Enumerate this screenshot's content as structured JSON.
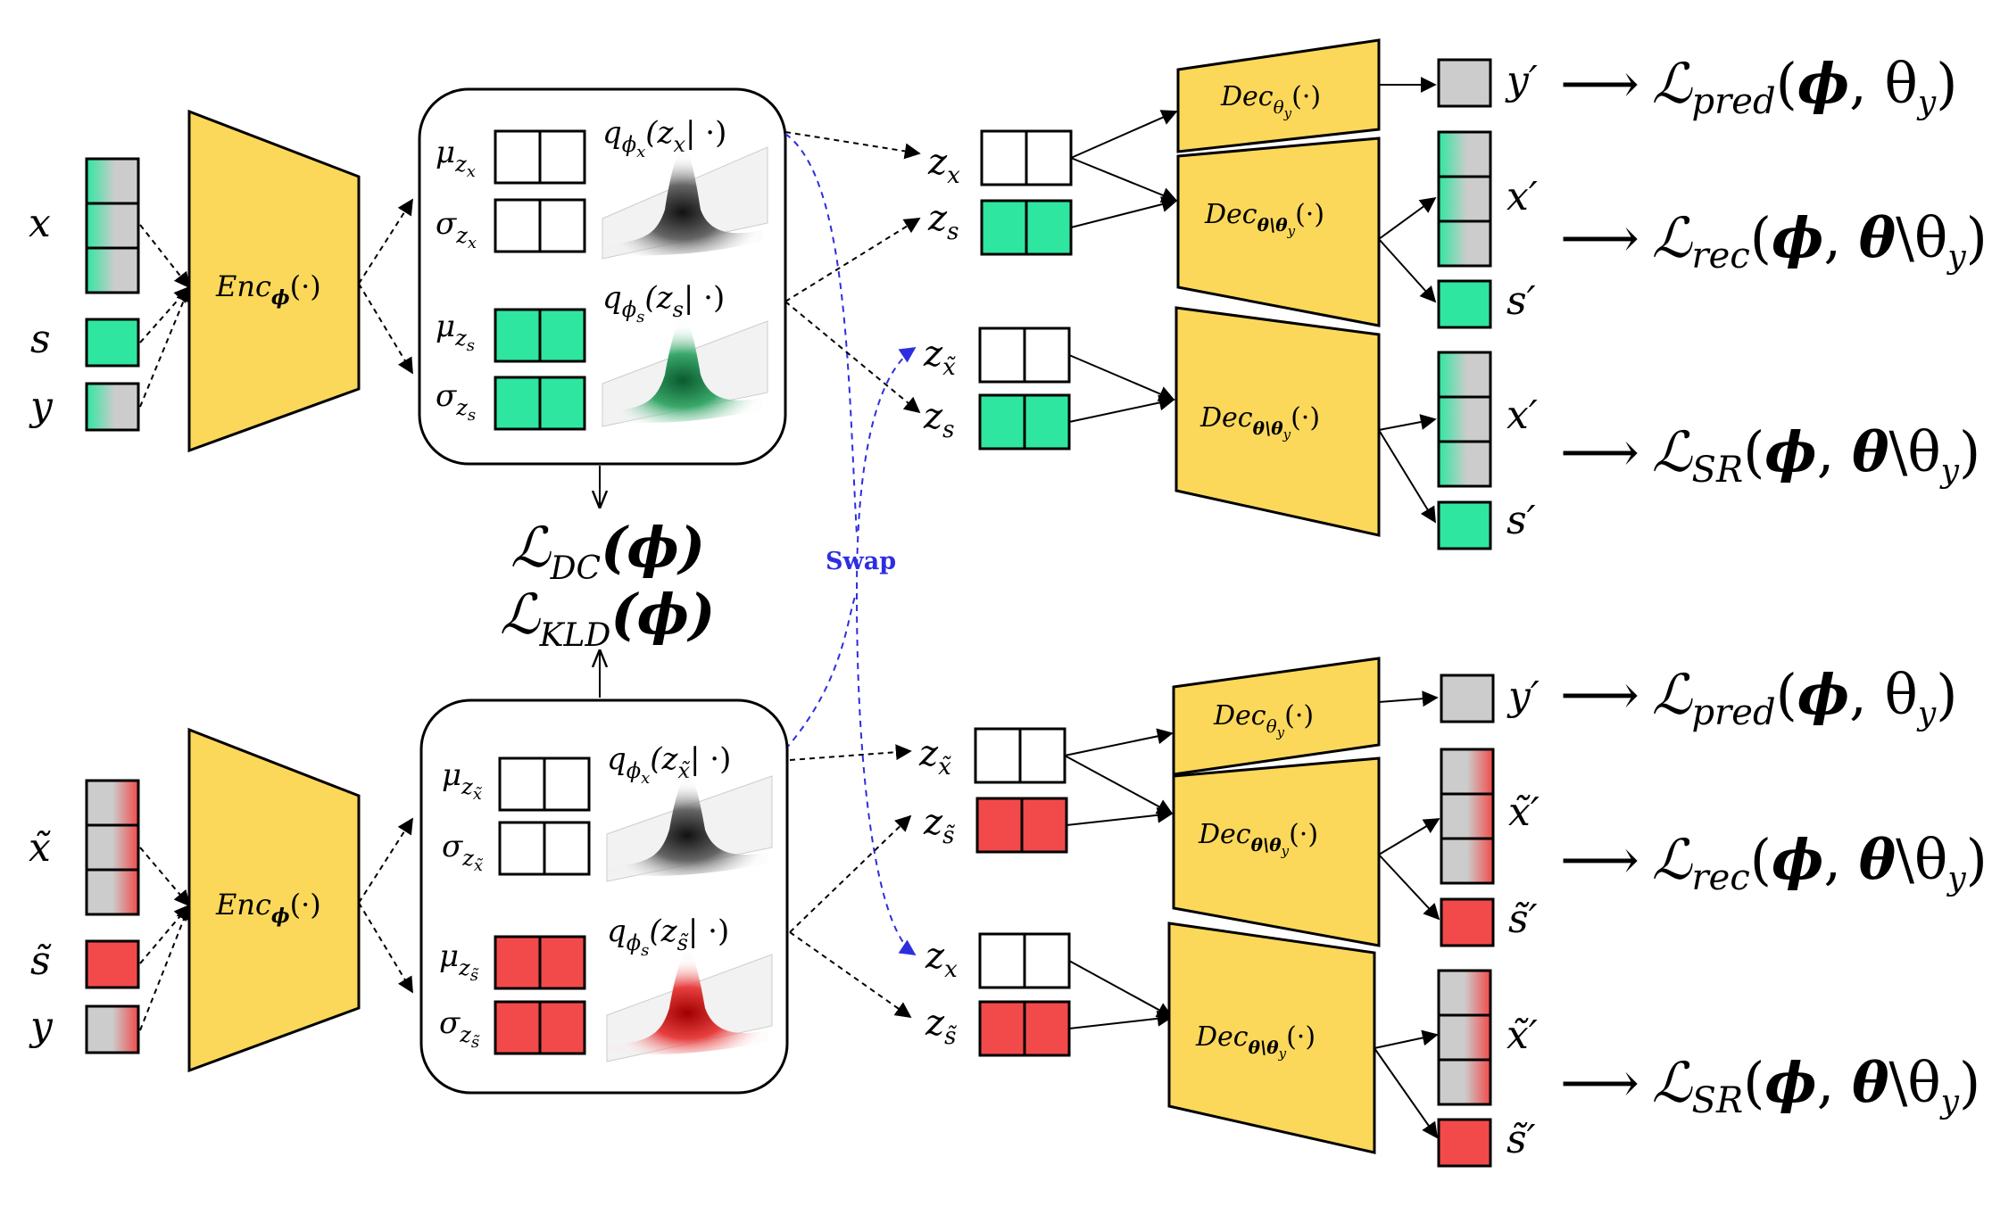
{
  "colors": {
    "encoder_fill": "#fbd85a",
    "green": "#2fe6a0",
    "red": "#f24a4a",
    "gray": "#cccccc",
    "swap_blue": "#2e2ee0"
  },
  "inputs_top": {
    "x": "x",
    "s": "s",
    "y": "y"
  },
  "inputs_bottom": {
    "x": "x̃",
    "s": "s̃",
    "y": "y"
  },
  "encoder": {
    "label": "Enc",
    "sub": "ϕ",
    "arg": "(·)"
  },
  "latent_top": {
    "mu_x": "μ",
    "mu_x_sub": "z",
    "mu_x_subsub": "x",
    "sigma_x": "σ",
    "sigma_x_sub": "z",
    "sigma_x_subsub": "x",
    "mu_s": "μ",
    "mu_s_sub": "z",
    "mu_s_subsub": "s",
    "sigma_s": "σ",
    "sigma_s_sub": "z",
    "sigma_s_subsub": "s",
    "q_x": "q",
    "q_x_sub": "ϕ",
    "q_x_subsub": "x",
    "q_x_arg": "(z",
    "q_x_argsub": "x",
    "q_x_tail": "| ·)",
    "q_s": "q",
    "q_s_sub": "ϕ",
    "q_s_subsub": "s",
    "q_s_arg": "(z",
    "q_s_argsub": "s",
    "q_s_tail": "| ·)"
  },
  "latent_bottom": {
    "mu_x": "μ",
    "mu_x_sub": "z",
    "mu_x_subsub": "x̃",
    "sigma_x": "σ",
    "sigma_x_sub": "z",
    "sigma_x_subsub": "x̃",
    "mu_s": "μ",
    "mu_s_sub": "z",
    "mu_s_subsub": "s̃",
    "sigma_s": "σ",
    "sigma_s_sub": "z",
    "sigma_s_subsub": "s̃",
    "q_x": "q",
    "q_x_sub": "ϕ",
    "q_x_subsub": "x",
    "q_x_arg": "(z",
    "q_x_argsub": "x̃",
    "q_x_tail": "| ·)",
    "q_s": "q",
    "q_s_sub": "ϕ",
    "q_s_subsub": "s",
    "q_s_arg": "(z",
    "q_s_argsub": "s̃",
    "q_s_tail": "| ·)"
  },
  "middle_losses": {
    "dc": "ℒ",
    "dc_sub": "DC",
    "dc_arg": "(ϕ)",
    "kld": "ℒ",
    "kld_sub": "KLD",
    "kld_arg": "(ϕ)"
  },
  "swap_label": "Swap",
  "z_labels": {
    "t1": "z",
    "t1_sub": "x",
    "t2": "z",
    "t2_sub": "s",
    "t3": "z",
    "t3_sub": "x̃",
    "t4": "z",
    "t4_sub": "s",
    "b1": "z",
    "b1_sub": "x̃",
    "b2": "z",
    "b2_sub": "s̃",
    "b3": "z",
    "b3_sub": "x",
    "b4": "z",
    "b4_sub": "s̃"
  },
  "decoders": {
    "dec": "Dec",
    "theta_y_sub": "θ",
    "theta_y_subsub": "y",
    "theta_rest_sub": "θ\\θ",
    "theta_rest_subsub": "y",
    "arg": "(·)"
  },
  "outputs_top": {
    "y": "y′",
    "x1": "x′",
    "s1": "s′",
    "x2": "x′",
    "s2": "s′"
  },
  "outputs_bottom": {
    "y": "y′",
    "x1": "x̃′",
    "s1": "s̃′",
    "x2": "x̃′",
    "s2": "s̃′"
  },
  "losses": {
    "pred": "ℒ",
    "pred_sub": "pred",
    "pred_arg_open": "(",
    "pred_phi": "ϕ",
    "pred_rest": ", θ",
    "pred_rest_sub": "y",
    "pred_close": ")",
    "rec": "ℒ",
    "rec_sub": "rec",
    "rec_arg_open": "(",
    "rec_phi": "ϕ",
    "rec_mid": ", ",
    "rec_theta": "θ",
    "rec_bs": "\\θ",
    "rec_rest_sub": "y",
    "rec_close": ")",
    "sr": "ℒ",
    "sr_sub": "SR",
    "sr_arg_open": "(",
    "sr_phi": "ϕ",
    "sr_mid": ", ",
    "sr_theta": "θ",
    "sr_bs": "\\θ",
    "sr_rest_sub": "y",
    "sr_close": ")",
    "arrow": "⟶"
  }
}
